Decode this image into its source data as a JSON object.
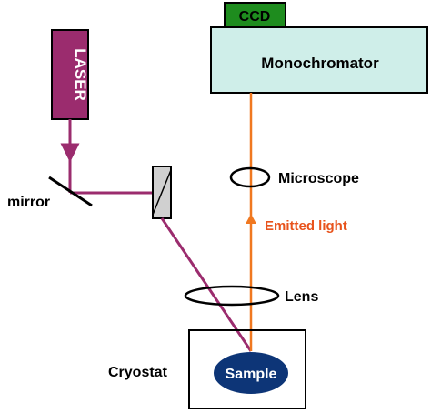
{
  "components": {
    "ccd": {
      "label": "CCD"
    },
    "monochromator": {
      "label": "Monochromator"
    },
    "laser": {
      "label": "LASER"
    },
    "mirror": {
      "label": "mirror"
    },
    "microscope": {
      "label": "Microscope"
    },
    "emitted_light": {
      "label": "Emitted light"
    },
    "lens": {
      "label": "Lens"
    },
    "cryostat": {
      "label": "Cryostat"
    },
    "sample": {
      "label": "Sample"
    }
  },
  "colors": {
    "ccd_fill": "#1e8c1e",
    "monochromator_fill": "#cfeee9",
    "laser_fill": "#9b2c6e",
    "laser_beam": "#9b2c6e",
    "emitted_beam": "#f07820",
    "emitted_label": "#e8531c",
    "sample_fill": "#0d3577",
    "outline": "#000000"
  }
}
